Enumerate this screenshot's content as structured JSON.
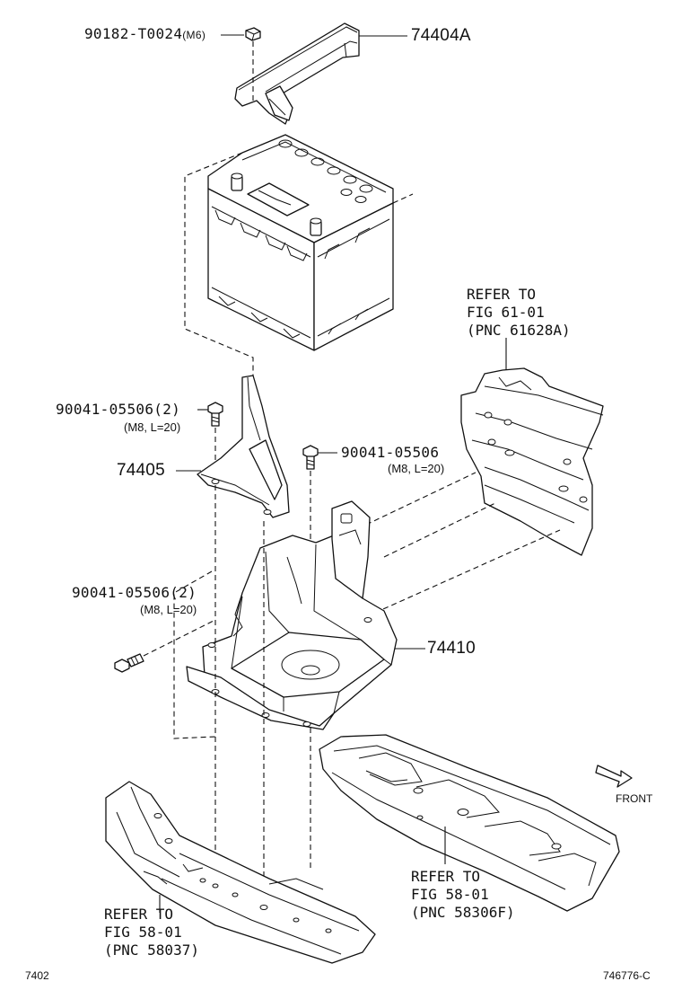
{
  "labels": {
    "nut_top": "90182-T0024",
    "nut_top_spec": "(M6)",
    "clamp": "74404A",
    "bolt_left": "90041-05506(2)",
    "bolt_left_spec": "(M8, L=20)",
    "bracket": "74405",
    "bolt_mid": "90041-05506",
    "bolt_mid_spec": "(M8, L=20)",
    "bolt_lower": "90041-05506(2)",
    "bolt_lower_spec": "(M8, L=20)",
    "tray": "74410",
    "front": "FRONT",
    "page_code": "7402",
    "figure_code": "746776-C"
  },
  "refs": {
    "upper_right": {
      "line1": "REFER TO",
      "line2": "FIG 61-01",
      "line3": "(PNC 61628A)"
    },
    "lower_right": {
      "line1": "REFER TO",
      "line2": "FIG 58-01",
      "line3": "(PNC 58306F)"
    },
    "lower_left": {
      "line1": "REFER TO",
      "line2": "FIG 58-01",
      "line3": "(PNC 58037)"
    }
  },
  "icons": {
    "front_arrow": "front-arrow-icon"
  }
}
